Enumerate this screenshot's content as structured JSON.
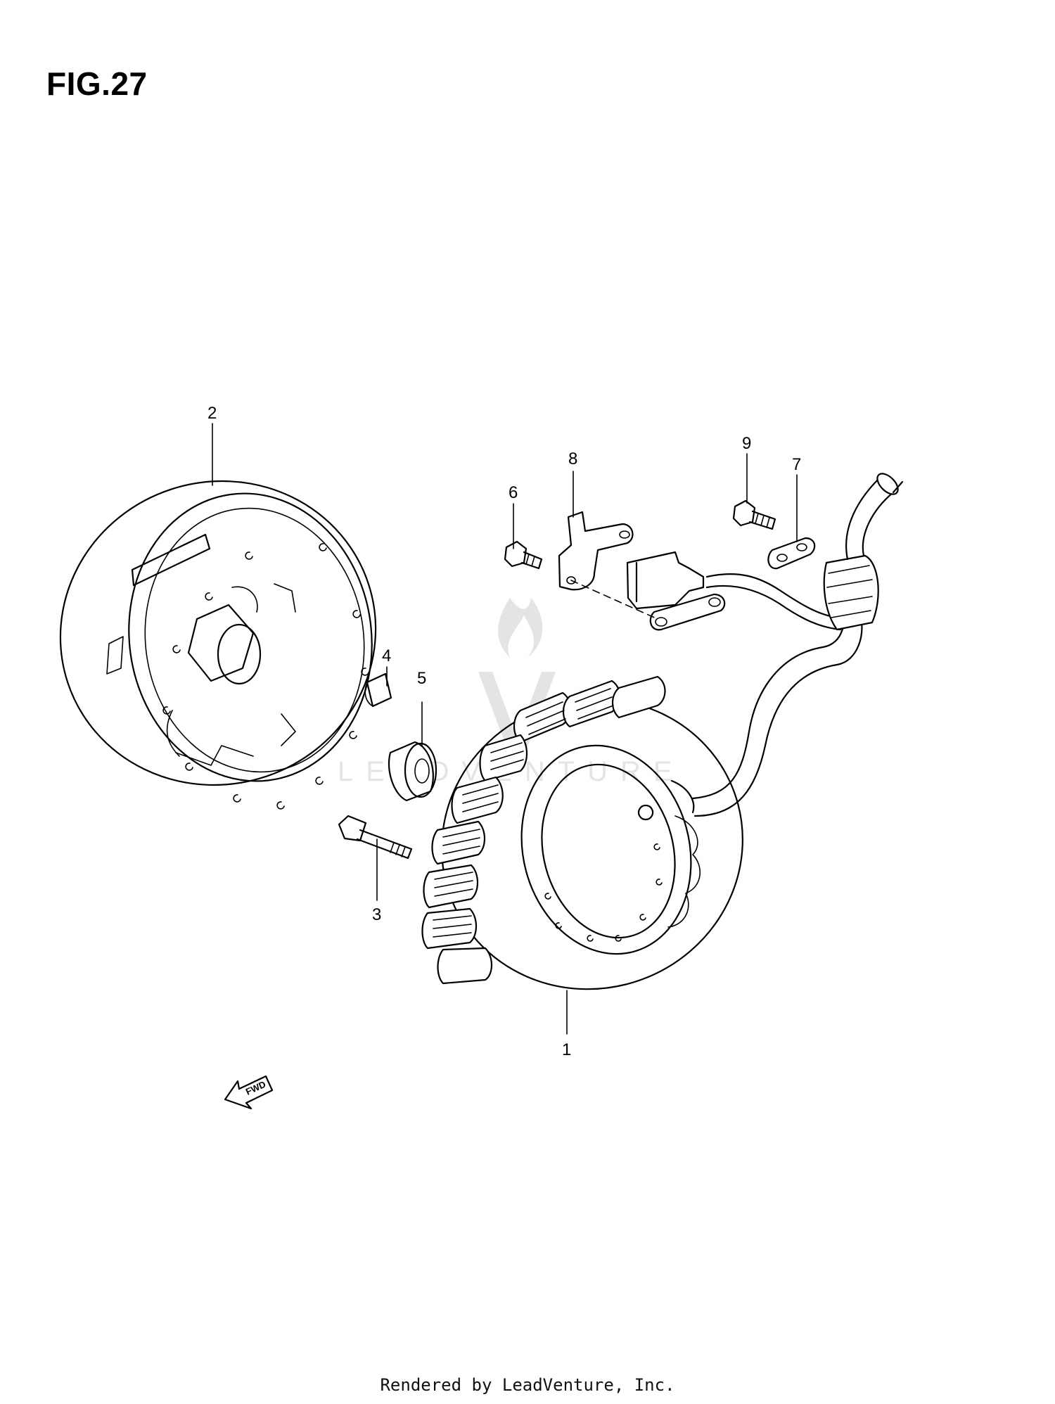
{
  "figure": {
    "title": "FIG.27"
  },
  "callouts": [
    {
      "id": "1",
      "label": "1"
    },
    {
      "id": "2",
      "label": "2"
    },
    {
      "id": "3",
      "label": "3"
    },
    {
      "id": "4",
      "label": "4"
    },
    {
      "id": "5",
      "label": "5"
    },
    {
      "id": "6",
      "label": "6"
    },
    {
      "id": "7",
      "label": "7"
    },
    {
      "id": "8",
      "label": "8"
    },
    {
      "id": "9",
      "label": "9"
    }
  ],
  "fwd_arrow": {
    "label": "FWD"
  },
  "watermark": {
    "text": "LEADVENTURE"
  },
  "footer": {
    "text": "Rendered by LeadVenture, Inc."
  },
  "colors": {
    "line": "#000000",
    "background": "#ffffff",
    "watermark": "#e4e4e4"
  }
}
